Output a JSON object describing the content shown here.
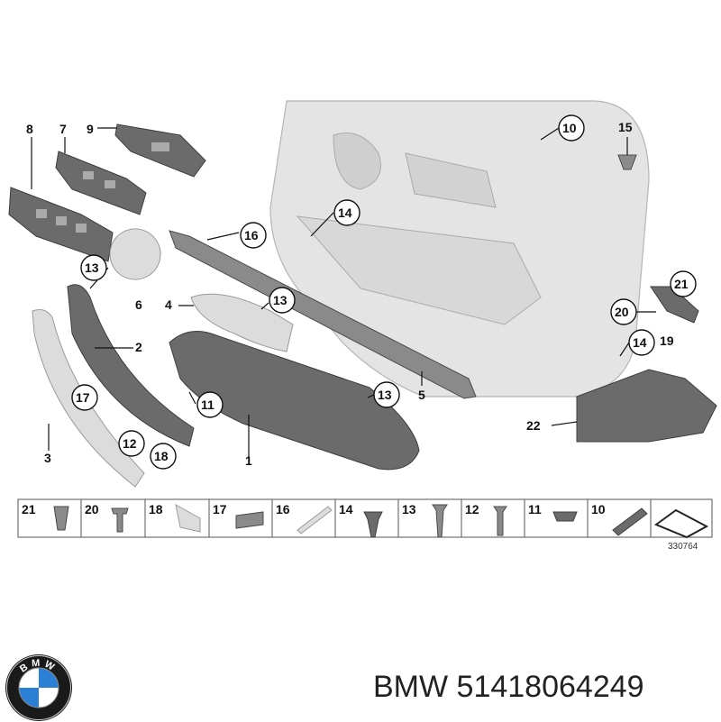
{
  "callouts": [
    {
      "id": "c8",
      "label": "8"
    },
    {
      "id": "c7",
      "label": "7"
    },
    {
      "id": "c9",
      "label": "9"
    },
    {
      "id": "c10",
      "label": "10"
    },
    {
      "id": "c15",
      "label": "15"
    },
    {
      "id": "c16",
      "label": "16"
    },
    {
      "id": "c14a",
      "label": "14"
    },
    {
      "id": "c13a",
      "label": "13"
    },
    {
      "id": "c6",
      "label": "6"
    },
    {
      "id": "c4",
      "label": "4"
    },
    {
      "id": "c13b",
      "label": "13"
    },
    {
      "id": "c21",
      "label": "21"
    },
    {
      "id": "c20",
      "label": "20"
    },
    {
      "id": "c19",
      "label": "19"
    },
    {
      "id": "c2",
      "label": "2"
    },
    {
      "id": "c14b",
      "label": "14"
    },
    {
      "id": "c5",
      "label": "5"
    },
    {
      "id": "c17",
      "label": "17"
    },
    {
      "id": "c11",
      "label": "11"
    },
    {
      "id": "c13c",
      "label": "13"
    },
    {
      "id": "c22",
      "label": "22"
    },
    {
      "id": "c3",
      "label": "3"
    },
    {
      "id": "c12",
      "label": "12"
    },
    {
      "id": "c18",
      "label": "18"
    },
    {
      "id": "c1",
      "label": "1"
    }
  ],
  "fastener_strip": [
    "21",
    "20",
    "18",
    "17",
    "16",
    "14",
    "13",
    "12",
    "11",
    "10"
  ],
  "diagram_ref": "330764",
  "brand": "BMW",
  "part_number": "51418064249",
  "logo_text": "BMW"
}
